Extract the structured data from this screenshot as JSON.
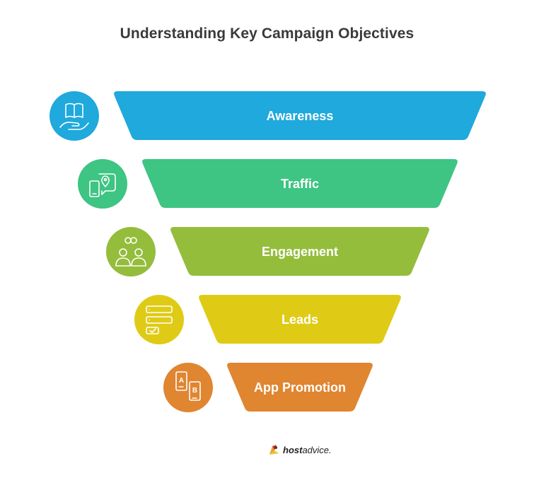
{
  "title": "Understanding Key Campaign Objectives",
  "colors": {
    "awareness": "#1fa9dc",
    "traffic": "#3ec483",
    "engagement": "#94bd3c",
    "leads": "#dfcb16",
    "app_promotion": "#e08530"
  },
  "layers": [
    {
      "label": "Awareness",
      "icon": "hand-book-icon",
      "color": "#1fa9dc"
    },
    {
      "label": "Traffic",
      "icon": "phone-location-icon",
      "color": "#3ec483"
    },
    {
      "label": "Engagement",
      "icon": "people-link-icon",
      "color": "#94bd3c"
    },
    {
      "label": "Leads",
      "icon": "form-check-icon",
      "color": "#dfcb16"
    },
    {
      "label": "App Promotion",
      "icon": "ab-test-icon",
      "color": "#e08530"
    }
  ],
  "brand": {
    "part1": "host",
    "part2": "advice."
  }
}
